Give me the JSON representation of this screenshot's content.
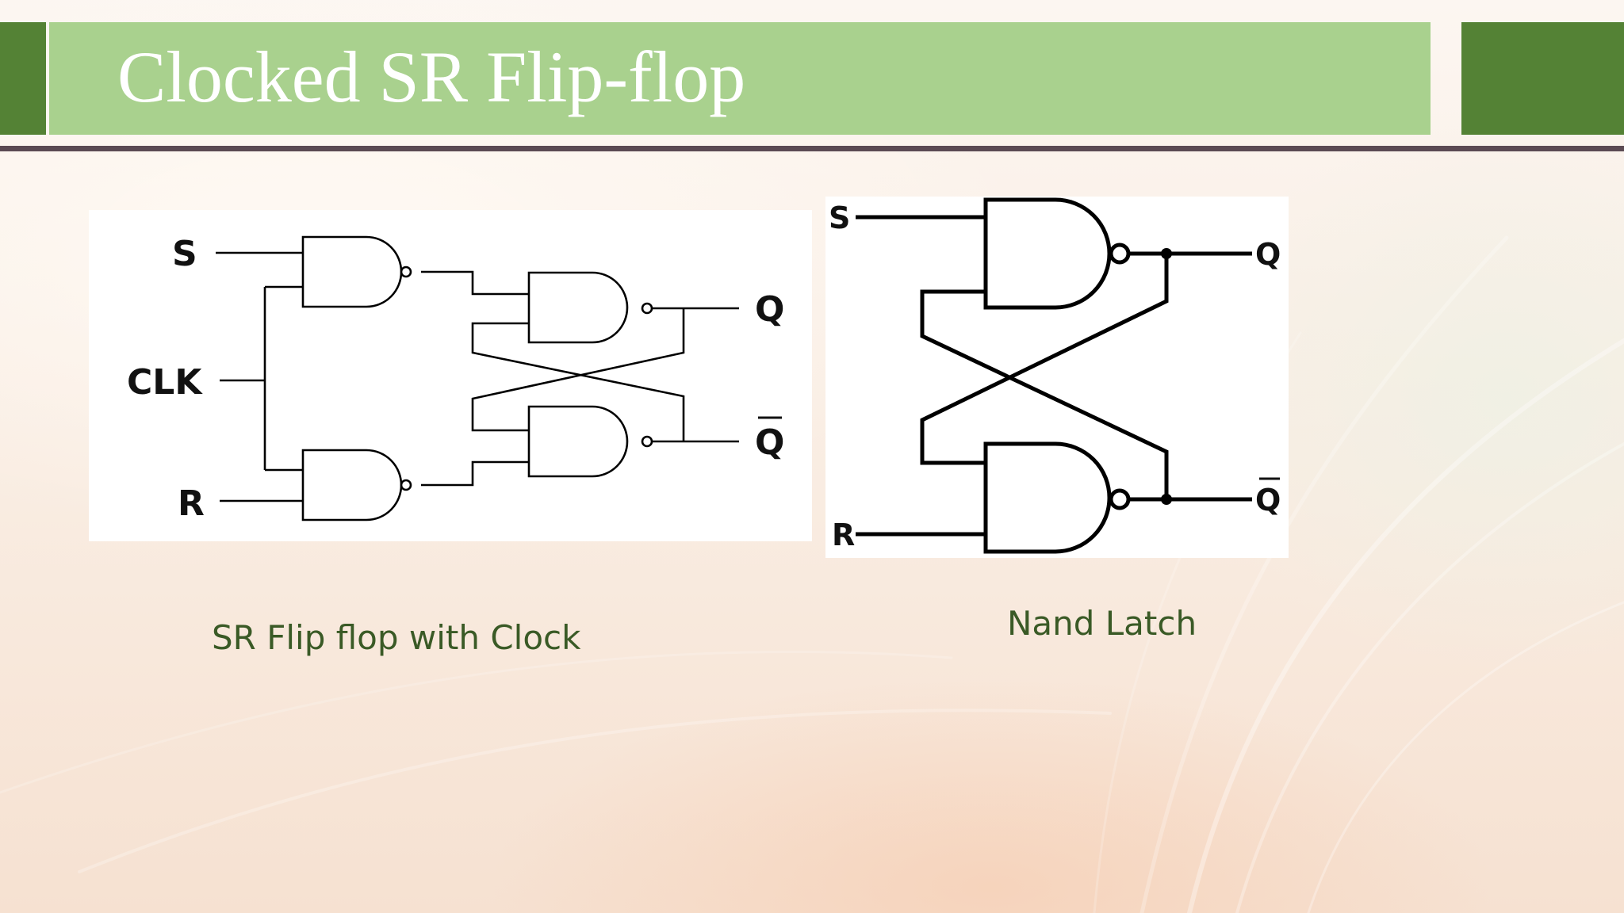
{
  "slide": {
    "title": "Clocked SR Flip-flop",
    "colors": {
      "band_dark": "#548235",
      "band_light": "#a9d18e",
      "rule": "#5b4a53",
      "caption": "#3a5a26"
    }
  },
  "diagram_left": {
    "caption": "SR Flip flop with Clock",
    "labels": {
      "s": "S",
      "clk": "CLK",
      "r": "R",
      "q": "Q",
      "qbar": "Q"
    }
  },
  "diagram_right": {
    "caption": "Nand Latch",
    "labels": {
      "s": "S",
      "r": "R",
      "q": "Q",
      "qbar": "Q"
    }
  }
}
